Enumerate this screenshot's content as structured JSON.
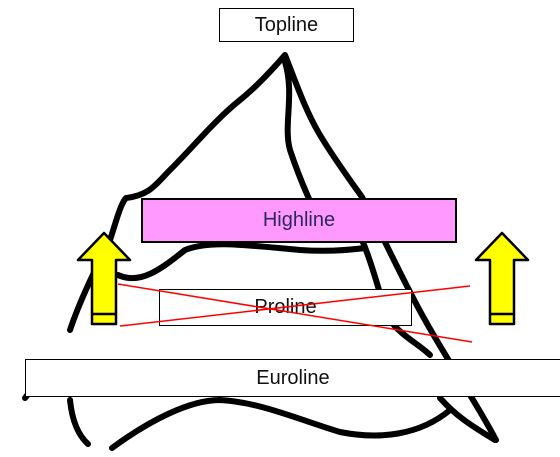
{
  "diagram": {
    "tiers": {
      "top": "Topline",
      "high": "Highline",
      "pro": "Proline",
      "euro": "Euroline"
    },
    "colors": {
      "highline_fill": "#ff99ff",
      "arrow_fill": "#ffff00",
      "cross_line": "#ff0000",
      "outline": "#000000"
    },
    "icons": [
      "up-arrow-icon",
      "up-arrow-icon"
    ],
    "proline_crossed_out": true
  }
}
